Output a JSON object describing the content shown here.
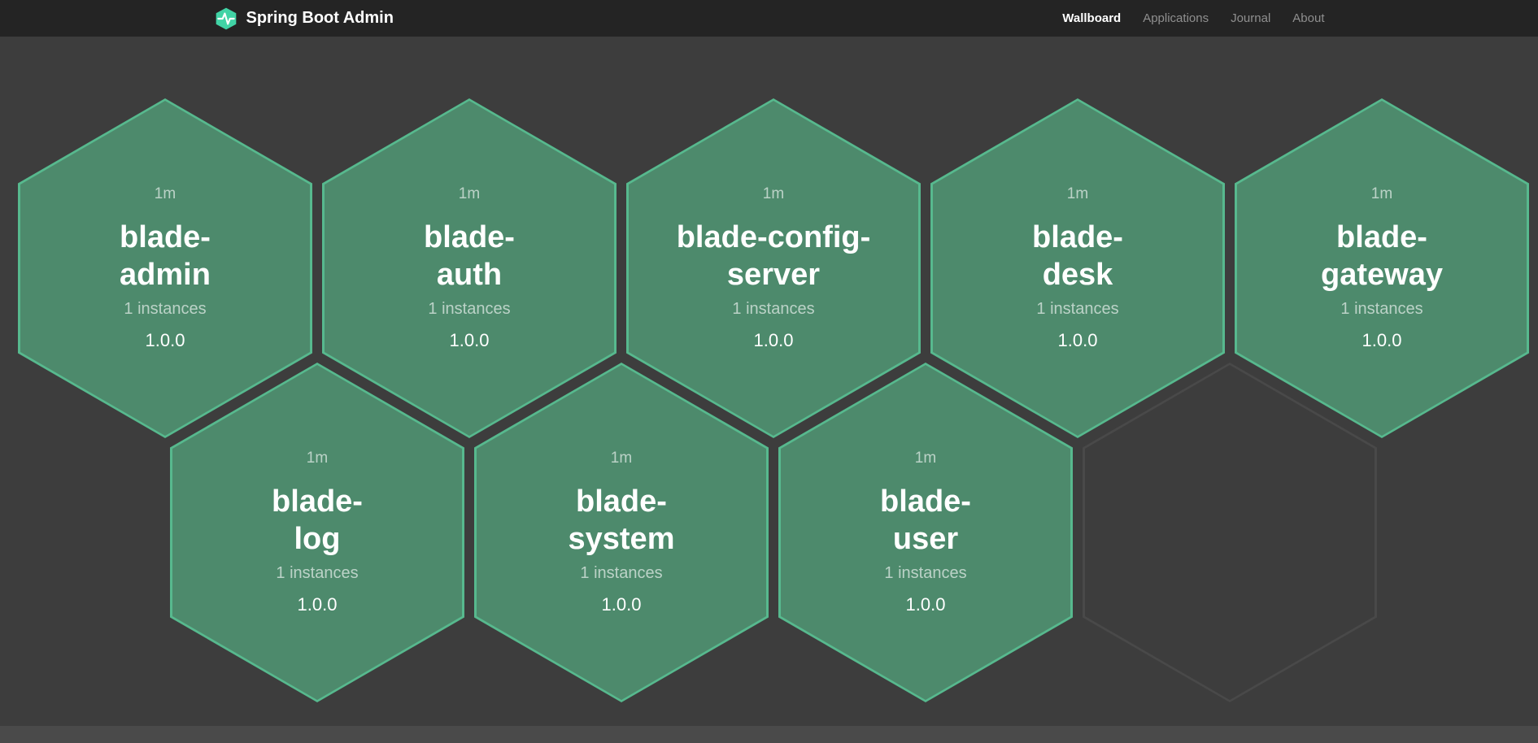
{
  "header": {
    "brand": "Spring Boot Admin",
    "nav": [
      {
        "label": "Wallboard",
        "active": true
      },
      {
        "label": "Applications",
        "active": false
      },
      {
        "label": "Journal",
        "active": false
      },
      {
        "label": "About",
        "active": false
      }
    ]
  },
  "applications": [
    {
      "name": "blade-admin",
      "name_display": "blade-\nadmin",
      "uptime": "1m",
      "instances_label": "1 instances",
      "version": "1.0.0"
    },
    {
      "name": "blade-auth",
      "name_display": "blade-\nauth",
      "uptime": "1m",
      "instances_label": "1 instances",
      "version": "1.0.0"
    },
    {
      "name": "blade-config-server",
      "name_display": "blade-config-\nserver",
      "uptime": "1m",
      "instances_label": "1 instances",
      "version": "1.0.0"
    },
    {
      "name": "blade-desk",
      "name_display": "blade-\ndesk",
      "uptime": "1m",
      "instances_label": "1 instances",
      "version": "1.0.0"
    },
    {
      "name": "blade-gateway",
      "name_display": "blade-\ngateway",
      "uptime": "1m",
      "instances_label": "1 instances",
      "version": "1.0.0"
    },
    {
      "name": "blade-log",
      "name_display": "blade-\nlog",
      "uptime": "1m",
      "instances_label": "1 instances",
      "version": "1.0.0"
    },
    {
      "name": "blade-system",
      "name_display": "blade-\nsystem",
      "uptime": "1m",
      "instances_label": "1 instances",
      "version": "1.0.0"
    },
    {
      "name": "blade-user",
      "name_display": "blade-\nuser",
      "uptime": "1m",
      "instances_label": "1 instances",
      "version": "1.0.0"
    }
  ],
  "empty_slots": 1,
  "row_size": 5,
  "colors": {
    "page_bg": "#3d3d3d",
    "header_bg": "#242424",
    "hex_fill": "#4d8a6c",
    "hex_border": "#57b98e",
    "empty_hex_border": "#494949",
    "brand_icon": "#41d3a5",
    "nav_active": "#ffffff",
    "nav_inactive": "#8f8f8f",
    "muted_text": "rgba(255,255,255,0.62)",
    "footer_bg": "#4a4a4a"
  }
}
